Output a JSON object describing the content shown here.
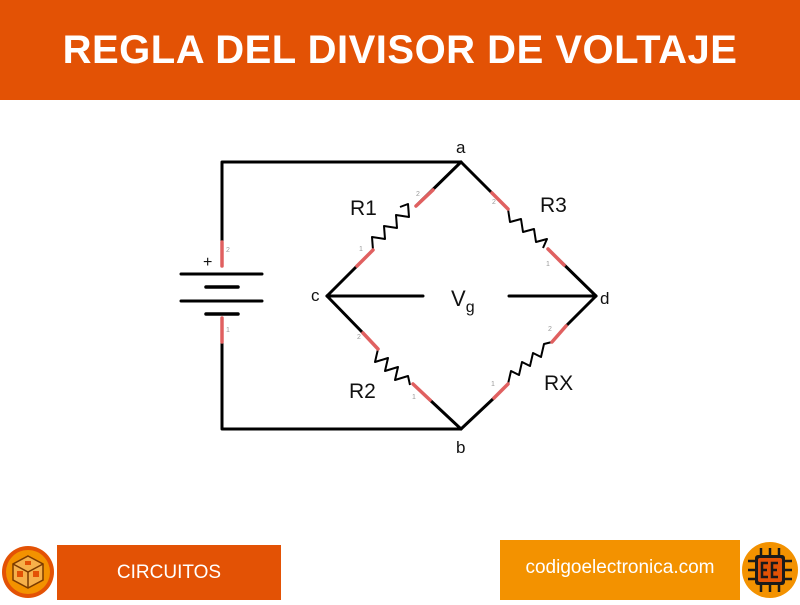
{
  "title": "REGLA DEL DIVISOR DE VOLTAJE",
  "colors": {
    "primary": "#e35205",
    "secondary": "#f39200",
    "wire": "#000000",
    "terminal": "#e06060"
  },
  "diagram": {
    "nodes": {
      "a": "a",
      "b": "b",
      "c": "c",
      "d": "d"
    },
    "resistors": {
      "r1": "R1",
      "r2": "R2",
      "r3": "R3",
      "rx": "RX"
    },
    "battery_plus": "+",
    "galvanometer": {
      "base": "V",
      "subscript": "g"
    },
    "pins": {
      "one": "1",
      "two": "2"
    }
  },
  "footer": {
    "category": "CIRCUITOS",
    "site": "codigoelectronica.com",
    "left_logo_icon": "chip-cube-logo-icon",
    "right_logo_icon": "ce-chip-logo-icon"
  }
}
